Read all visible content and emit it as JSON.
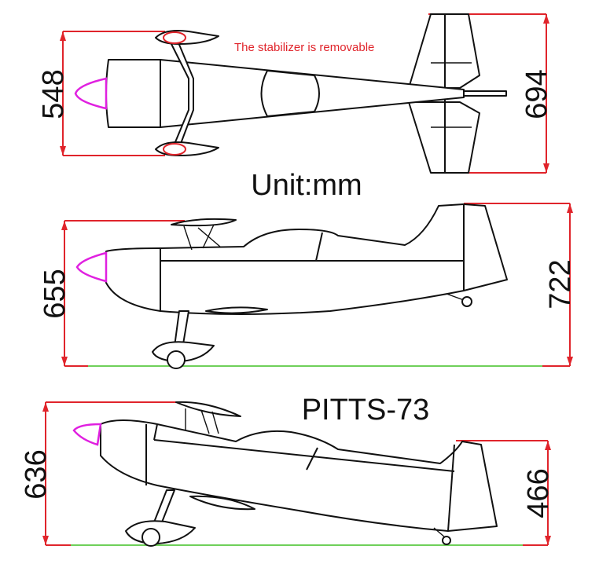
{
  "note": "The stabilizer is removable",
  "unit_label": "Unit:mm",
  "model_name": "PITTS-73",
  "dimensions": {
    "top_span": "548",
    "top_tail_span": "694",
    "side_height": "655",
    "side_tail_height": "722",
    "front_height": "636",
    "front_tail_height": "466"
  },
  "colors": {
    "dimension_line": "#e0242b",
    "ground_line": "#6fd05a",
    "spinner": "#e020e0",
    "note_text": "#e0242b"
  }
}
